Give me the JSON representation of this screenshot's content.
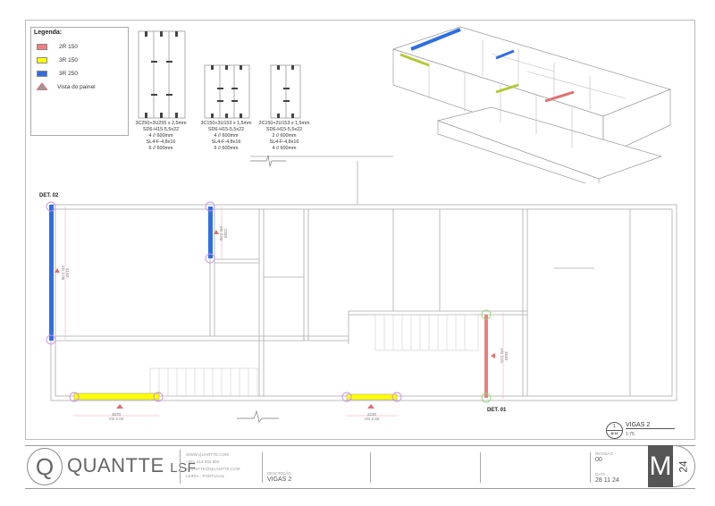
{
  "legend": {
    "title": "Legenda:",
    "items": [
      {
        "label": "2R 150",
        "color": "#f08080"
      },
      {
        "label": "3R 150",
        "color": "#ffff00"
      },
      {
        "label": "3R 250",
        "color": "#2f6fe0"
      },
      {
        "label": "Vista do painel",
        "color": "#e07070"
      }
    ]
  },
  "details": [
    {
      "lines": [
        "3C250+3U255 x 2,5mm",
        "SD6-H15-5,5x22",
        "4 // 600mm",
        "SL4-F-4,8x16",
        "6 // 600mm"
      ]
    },
    {
      "lines": [
        "3C150+3U153 x 1,5mm",
        "SD6-H15-5,5x22",
        "4 // 600mm",
        "SL4-F-4,8x16",
        "6 // 600mm"
      ]
    },
    {
      "lines": [
        "2C150+2U153 x 1,5mm",
        "SD6-H15-5,5x22",
        "2 // 600mm",
        "SL4-F-4,8x16",
        "4 // 600mm"
      ]
    }
  ],
  "plan": {
    "det02": "DET. 02",
    "det01": "DET. 01",
    "beams": [
      {
        "length": "6193",
        "ref": "VG 2.05"
      },
      {
        "length": "2250",
        "ref": "VG 2.03"
      },
      {
        "length": "3670",
        "ref": "VG 2.04"
      },
      {
        "length": "2230",
        "ref": "VG 2.02"
      },
      {
        "length": "3640",
        "ref": "VG 2.01"
      }
    ]
  },
  "view_tag": {
    "number": "1",
    "sheet_ref": "M 24",
    "title": "VIGAS 2",
    "scale": "1:75"
  },
  "title_block": {
    "logo_letter": "Q",
    "logo_name": "QUANTTE",
    "logo_suffix": "LSF",
    "contact": [
      "WWW.QUANTTE.COM",
      "+351 244 033 800",
      "QUANTTE@QUANTTE.COM",
      "LEIRIA - PORTUGAL"
    ],
    "description_label": "DESCRIÇÃO",
    "description": "VIGAS 2",
    "revision_label": "REVISÃO",
    "revision": "00",
    "date_label": "DATA",
    "date": "28 11 24",
    "discipline": "M",
    "sheet_number": "24"
  }
}
